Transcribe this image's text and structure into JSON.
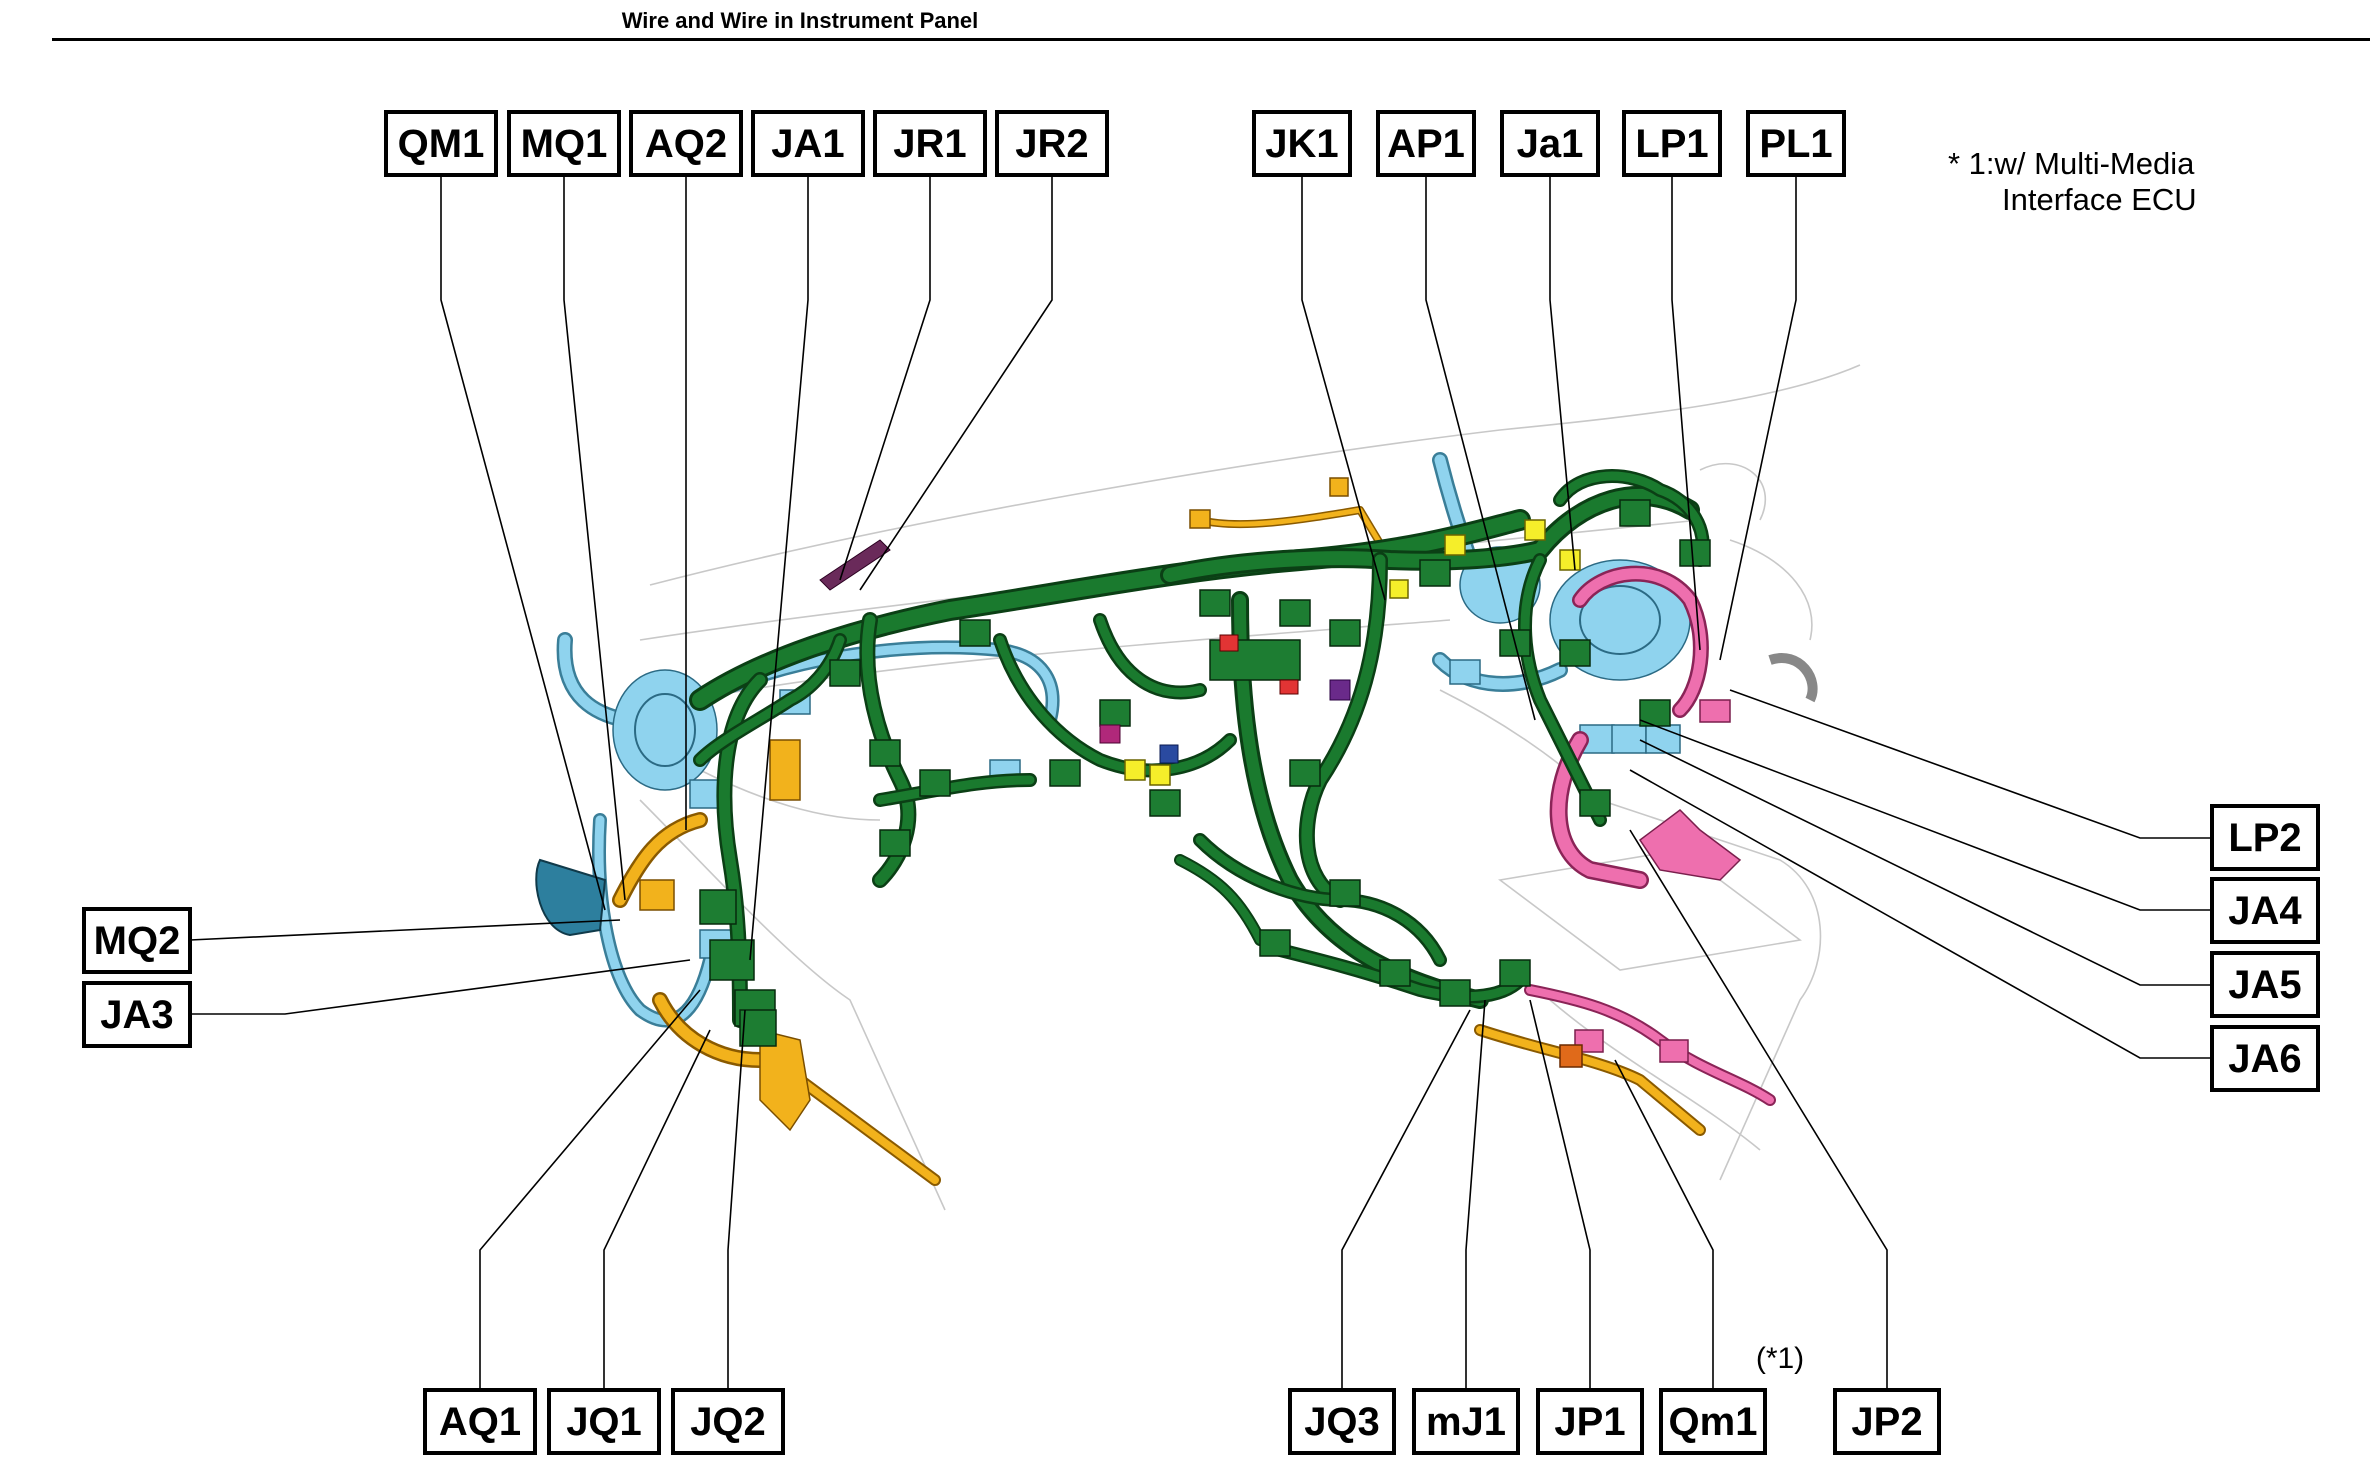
{
  "title": "Wire and Wire in Instrument Panel",
  "note": {
    "line1": "* 1:w/ Multi-Media",
    "line2": "Interface ECU"
  },
  "footnote_marker": "(*1)",
  "connectors": {
    "top_left": [
      "QM1",
      "MQ1",
      "AQ2",
      "JA1",
      "JR1",
      "JR2"
    ],
    "top_right": [
      "JK1",
      "AP1",
      "Ja1",
      "LP1",
      "PL1"
    ],
    "left": [
      "MQ2",
      "JA3"
    ],
    "right": [
      "LP2",
      "JA4",
      "JA5",
      "JA6"
    ],
    "bottom_left": [
      "AQ1",
      "JQ1",
      "JQ2"
    ],
    "bottom_right": [
      "JQ3",
      "mJ1",
      "JP1",
      "Qm1",
      "JP2"
    ]
  },
  "colors": {
    "main_harness_green": "#1a7a2e",
    "harness_light_blue": "#8fd3ee",
    "harness_orange": "#f2b21c",
    "harness_pink": "#ee6fae",
    "connector_yellow": "#f5ee2a",
    "outline_gray": "#c8c8c8"
  }
}
